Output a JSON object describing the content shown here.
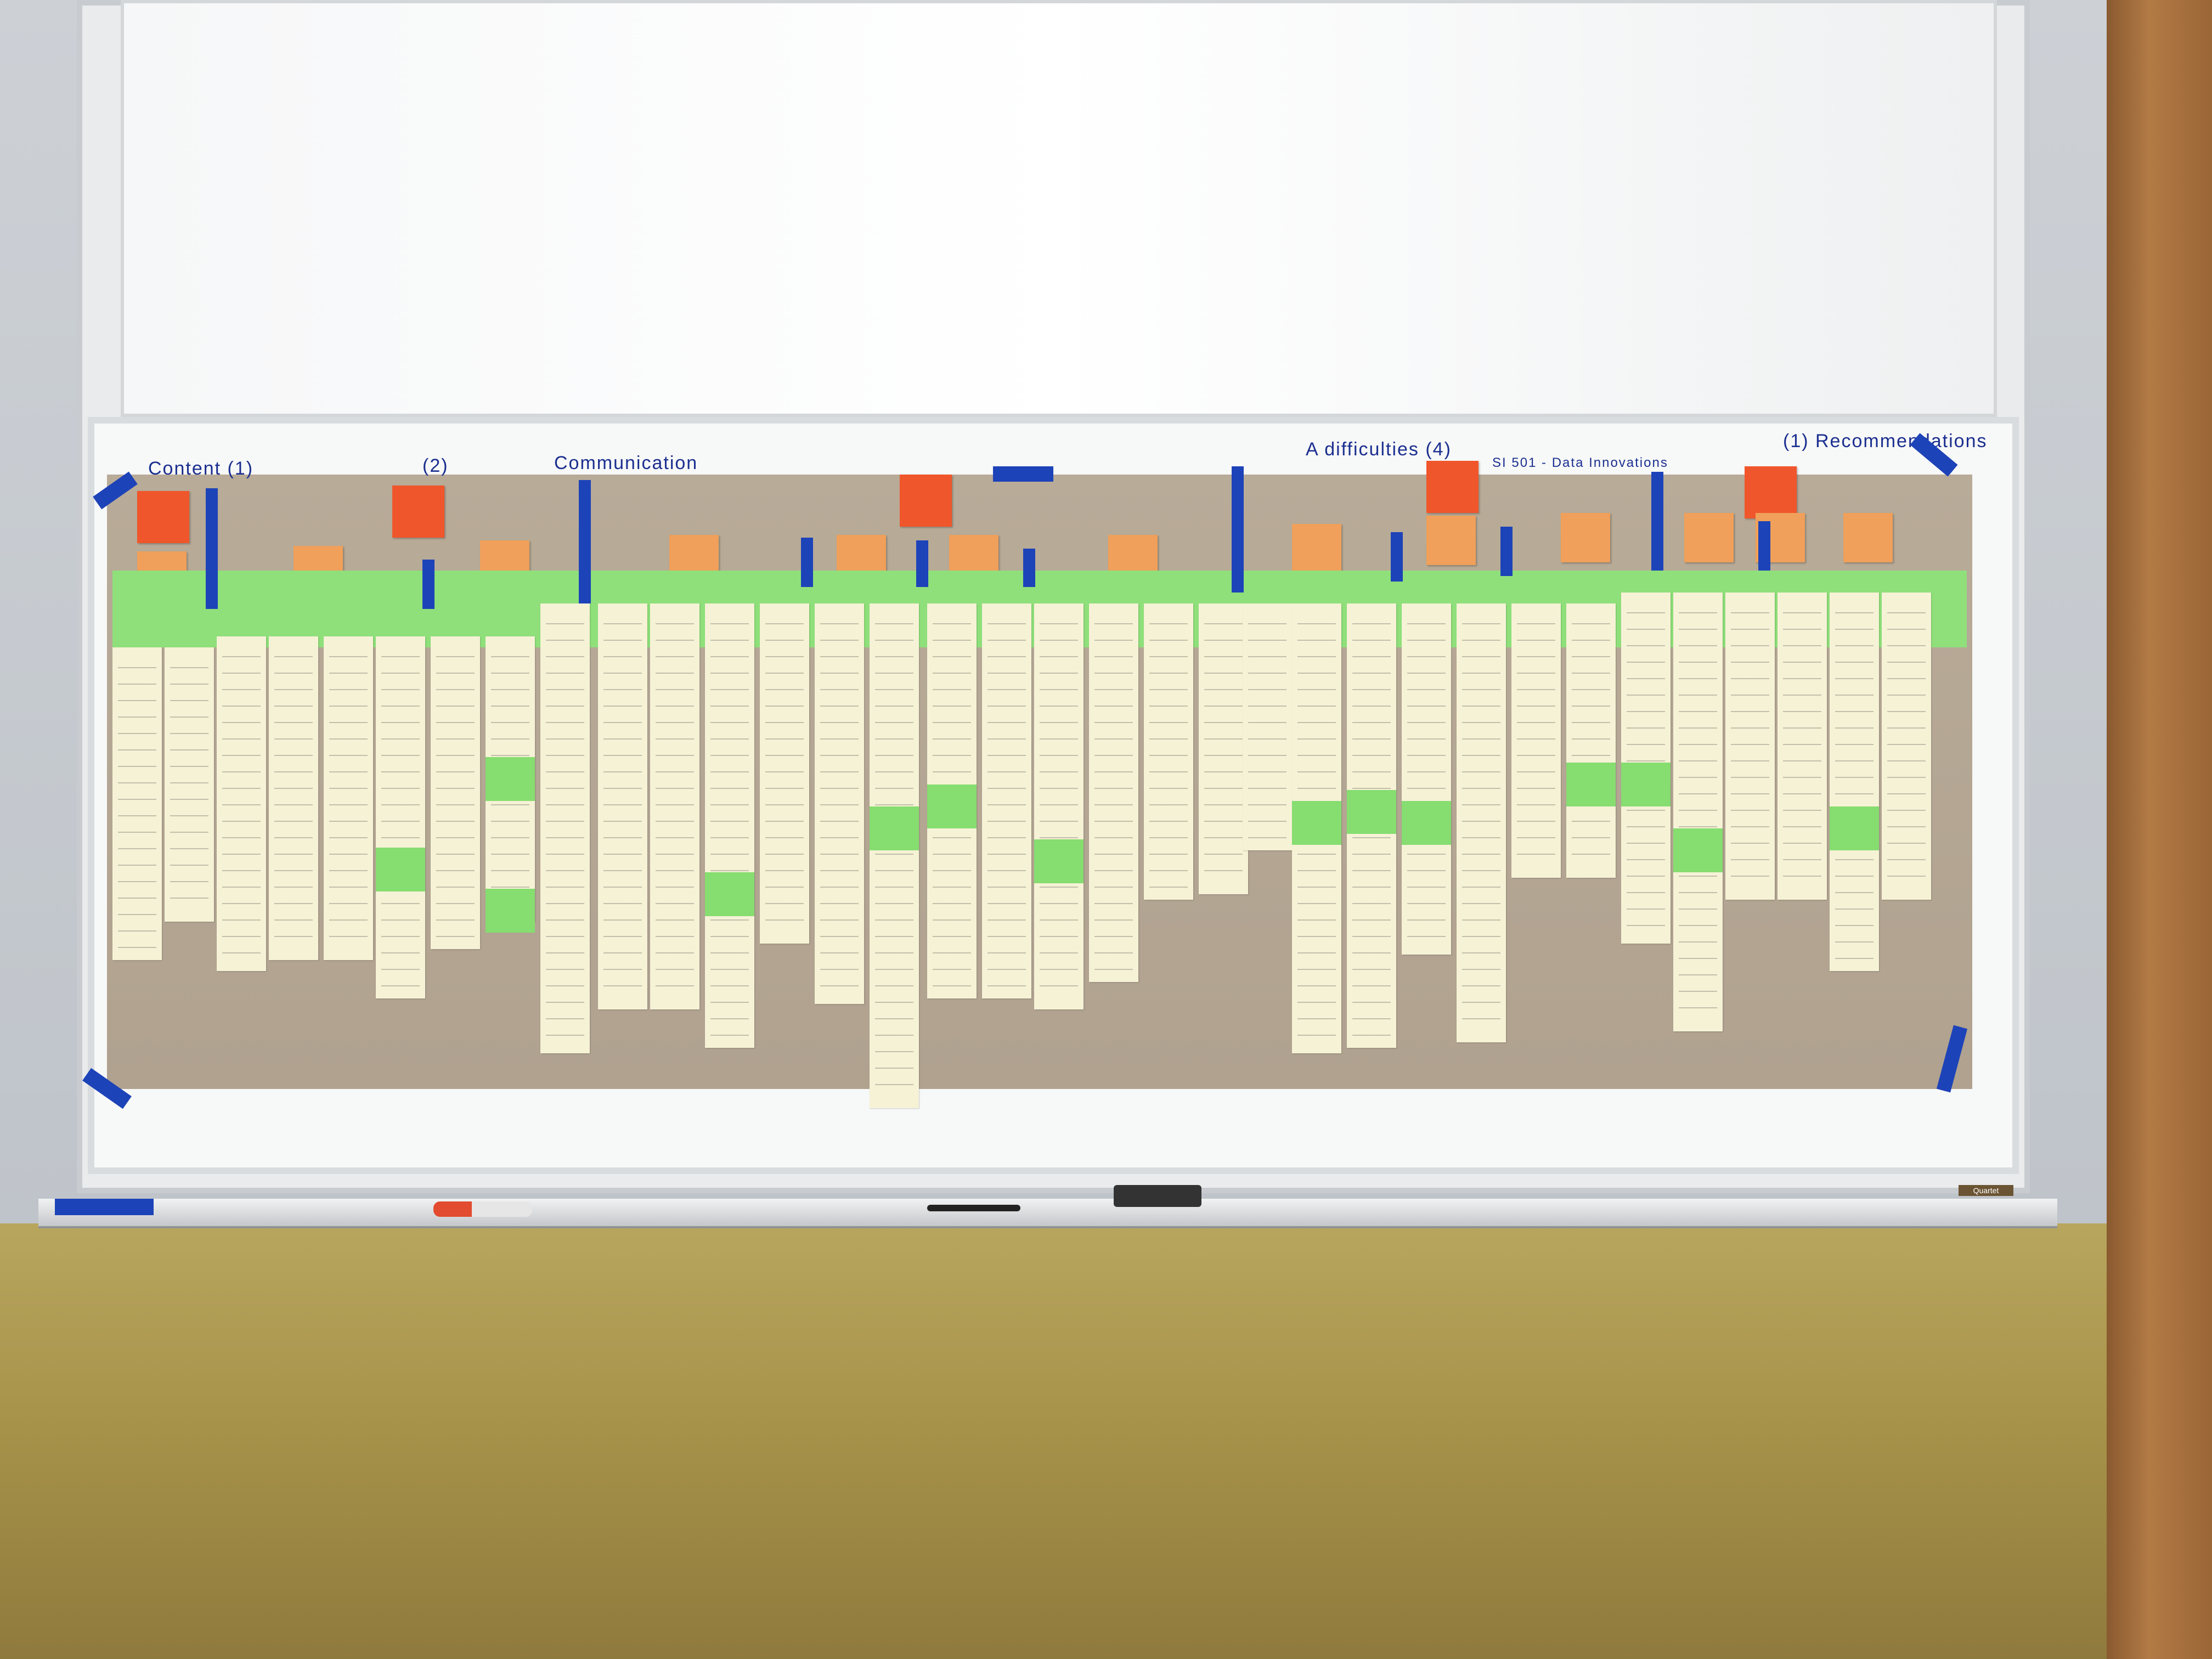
{
  "scene": {
    "description_free": true
  },
  "headings": {
    "col1": "Content (1)",
    "col2": "(2)",
    "col3": "Communication",
    "col4": "A difficulties (4)",
    "course": "SI 501 - Data Innovations",
    "col5": "(1) Recommendations"
  },
  "tray": {
    "brand": "Quartet"
  }
}
